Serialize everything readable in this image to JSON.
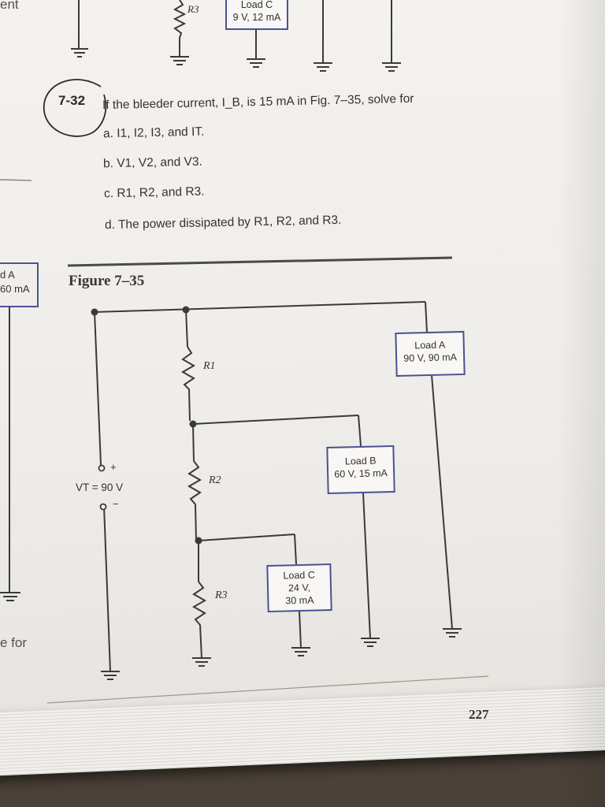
{
  "top_fragment": {
    "word_left": "ent",
    "resistor_label": "R3",
    "load_title": "Load C",
    "load_value": "9 V, 12 mA"
  },
  "problem": {
    "number": "7-32",
    "text": "If the bleeder current, I_B, is 15 mA in Fig. 7–35, solve for",
    "items": [
      {
        "letter": "a.",
        "text": "I1, I2, I3, and IT."
      },
      {
        "letter": "b.",
        "text": "V1, V2, and V3."
      },
      {
        "letter": "c.",
        "text": "R1, R2, and R3."
      },
      {
        "letter": "d.",
        "text": "The power dissipated by R1, R2, and R3."
      }
    ]
  },
  "left_fragment": {
    "box_line1": "d A",
    "box_line2": "60 mA",
    "word": "e for"
  },
  "figure": {
    "title": "Figure 7–35",
    "source_label": "VT = 90 V",
    "plus": "+",
    "minus": "−",
    "resistors": [
      "R1",
      "R2",
      "R3"
    ],
    "loads": [
      {
        "name": "Load A",
        "rating": "90 V, 90 mA"
      },
      {
        "name": "Load B",
        "rating": "60 V, 15 mA"
      },
      {
        "name": "Load C",
        "rating_line1": "24 V,",
        "rating_line2": "30 mA"
      }
    ]
  },
  "page_number": "227",
  "colors": {
    "page": "#f2f0ed",
    "wire": "#3a3a3a",
    "load_border": "#4a5290",
    "ink_circle": "#2a2a2a"
  }
}
